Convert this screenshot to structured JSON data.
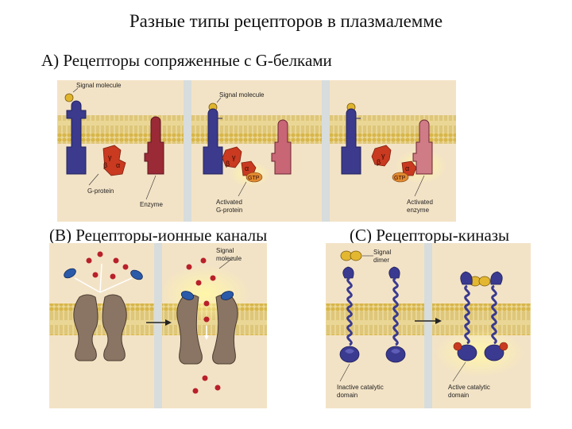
{
  "slide": {
    "title": "Разные типы рецепторов в плазмалемме",
    "section_a": "А) Рецепторы сопряженные с G-белками",
    "section_b": "(B) Рецепторы-ионные каналы",
    "section_c": "(C) Рецепторы-киназы"
  },
  "panel_a": {
    "signal_molecule_1": "Signal molecule",
    "signal_molecule_2": "Signal molecule",
    "g_protein": "G-protein",
    "enzyme": "Enzyme",
    "activated_g_protein_1": "Activated",
    "activated_g_protein_2": "G-protein",
    "activated_enzyme_1": "Activated",
    "activated_enzyme_2": "enzyme",
    "gtp_1": "GTP",
    "gtp_2": "GTP",
    "alpha": "α",
    "beta": "β",
    "gamma": "γ"
  },
  "panel_b": {
    "signal_1": "Signal",
    "signal_2": "molecule"
  },
  "panel_c": {
    "signal_1": "Signal",
    "signal_2": "dimer",
    "inactive_1": "Inactive catalytic",
    "inactive_2": "domain",
    "active_1": "Active catalytic",
    "active_2": "domain"
  },
  "colors": {
    "panel_bg": "#f3e3c6",
    "divider": "#d7dcdc",
    "lipid_head": "#d8b64a",
    "lipid_tail": "#ead796",
    "receptor_a": "#3b3a8c",
    "g_protein": "#c93a20",
    "enzyme": "#9a2a36",
    "activated_enzyme": "#cf7c86",
    "glow": "#fff3a0",
    "channel": "#8a7564",
    "ion": "#b8202a",
    "signal_blue": "#2b5aa8",
    "kinase": "#3a3a90",
    "signal_dimer": "#e3b730"
  }
}
